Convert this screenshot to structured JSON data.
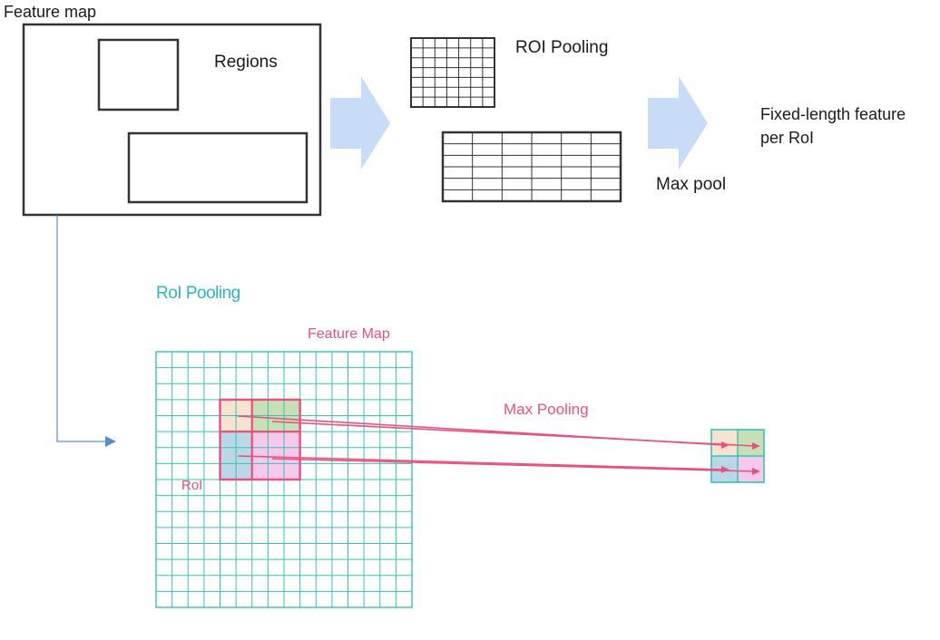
{
  "labels": {
    "feature_map": "Feature map",
    "regions": "Regions",
    "roi_pooling_top": "ROI Pooling",
    "fixed_length_line1": "Fixed-length feature",
    "fixed_length_line2": "per RoI",
    "max_pool": "Max pool",
    "roi_pooling_title": "RoI Pooling",
    "feature_map_pink": "Feature Map",
    "max_pooling": "Max Pooling",
    "roi_small": "RoI"
  },
  "grids": {
    "roi_pooling_small": {
      "rows": 7,
      "cols": 7
    },
    "roi_pooling_wide": {
      "rows": 6,
      "cols": 6
    },
    "feature_map": {
      "rows": 16,
      "cols": 16
    },
    "output": {
      "rows": 2,
      "cols": 2
    }
  },
  "colors": {
    "teal": "#34c3b5",
    "pink": "#e8507e",
    "arrow_blue": "#c9dcf7",
    "connector": "#5b8cc4",
    "cell_peach": "#f8e3d0",
    "cell_green": "#c7dfb4",
    "cell_blue": "#b9d7e6",
    "cell_pink": "#f6c8ec"
  }
}
